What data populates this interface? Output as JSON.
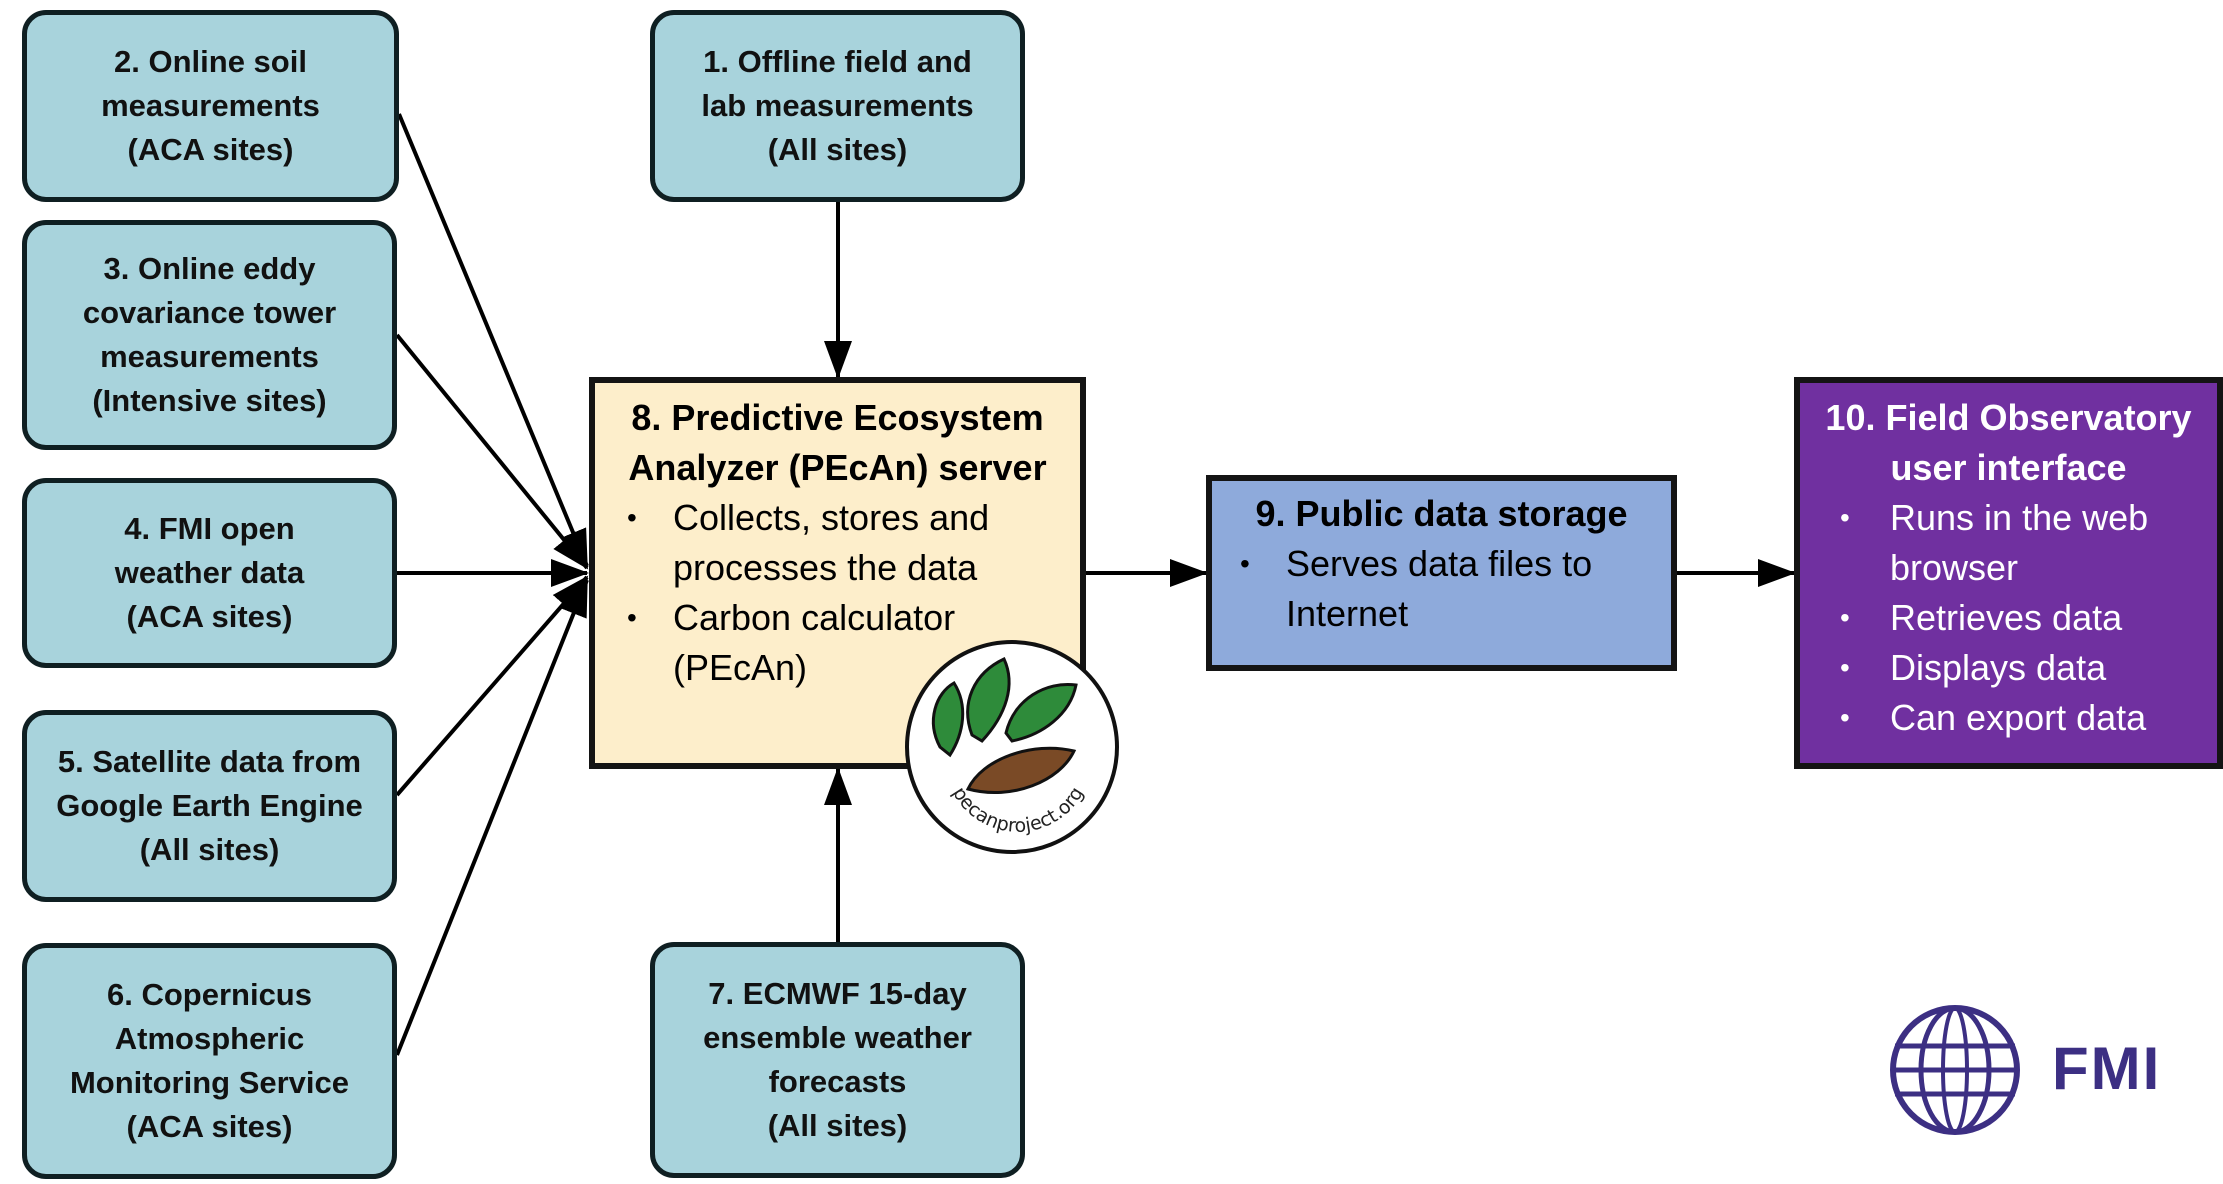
{
  "nodes": {
    "n1": {
      "lines": [
        "1. Offline field and",
        "lab measurements",
        "(All sites)"
      ]
    },
    "n2": {
      "lines": [
        "2. Online soil",
        "measurements",
        "(ACA sites)"
      ]
    },
    "n3": {
      "lines": [
        "3. Online eddy",
        "covariance tower",
        "measurements",
        "(Intensive sites)"
      ]
    },
    "n4": {
      "lines": [
        "4. FMI open",
        "weather data",
        "(ACA sites)"
      ]
    },
    "n5": {
      "lines": [
        "5. Satellite data from",
        "Google Earth Engine",
        "(All sites)"
      ]
    },
    "n6": {
      "lines": [
        "6. Copernicus",
        "Atmospheric",
        "Monitoring Service",
        "(ACA sites)"
      ]
    },
    "n7": {
      "lines": [
        "7. ECMWF 15-day",
        "ensemble weather",
        "forecasts",
        "(All sites)"
      ]
    },
    "n8": {
      "title": [
        "8. Predictive Ecosystem",
        "Analyzer (PEcAn) server"
      ],
      "bullets": [
        [
          "Collects, stores and",
          "processes the data"
        ],
        [
          "Carbon calculator",
          "(PEcAn)"
        ]
      ]
    },
    "n9": {
      "title": "9. Public data storage",
      "bullets": [
        [
          "Serves data files to",
          "Internet"
        ]
      ]
    },
    "n10": {
      "title": [
        "10. Field Observatory",
        "user interface"
      ],
      "bullets": [
        [
          "Runs in the web",
          "browser"
        ],
        [
          "Retrieves data"
        ],
        [
          "Displays data"
        ],
        [
          "Can export data"
        ]
      ]
    }
  },
  "logos": {
    "pecan": {
      "text": "pecanproject.org"
    },
    "fmi": {
      "text": "FMI"
    }
  },
  "colors": {
    "source_fill": "#a8d3dc",
    "server_fill": "#fdeecb",
    "storage_fill": "#8eaadb",
    "ui_fill": "#7030a0",
    "fmi_brand": "#3c2f83",
    "pecan_leaf": "#2e8b3a",
    "pecan_soil": "#7a4a26"
  },
  "edges": [
    {
      "from": "n2",
      "to": "n8"
    },
    {
      "from": "n3",
      "to": "n8"
    },
    {
      "from": "n4",
      "to": "n8"
    },
    {
      "from": "n5",
      "to": "n8"
    },
    {
      "from": "n6",
      "to": "n8"
    },
    {
      "from": "n1",
      "to": "n8"
    },
    {
      "from": "n7",
      "to": "n8"
    },
    {
      "from": "n8",
      "to": "n9"
    },
    {
      "from": "n9",
      "to": "n10"
    }
  ]
}
